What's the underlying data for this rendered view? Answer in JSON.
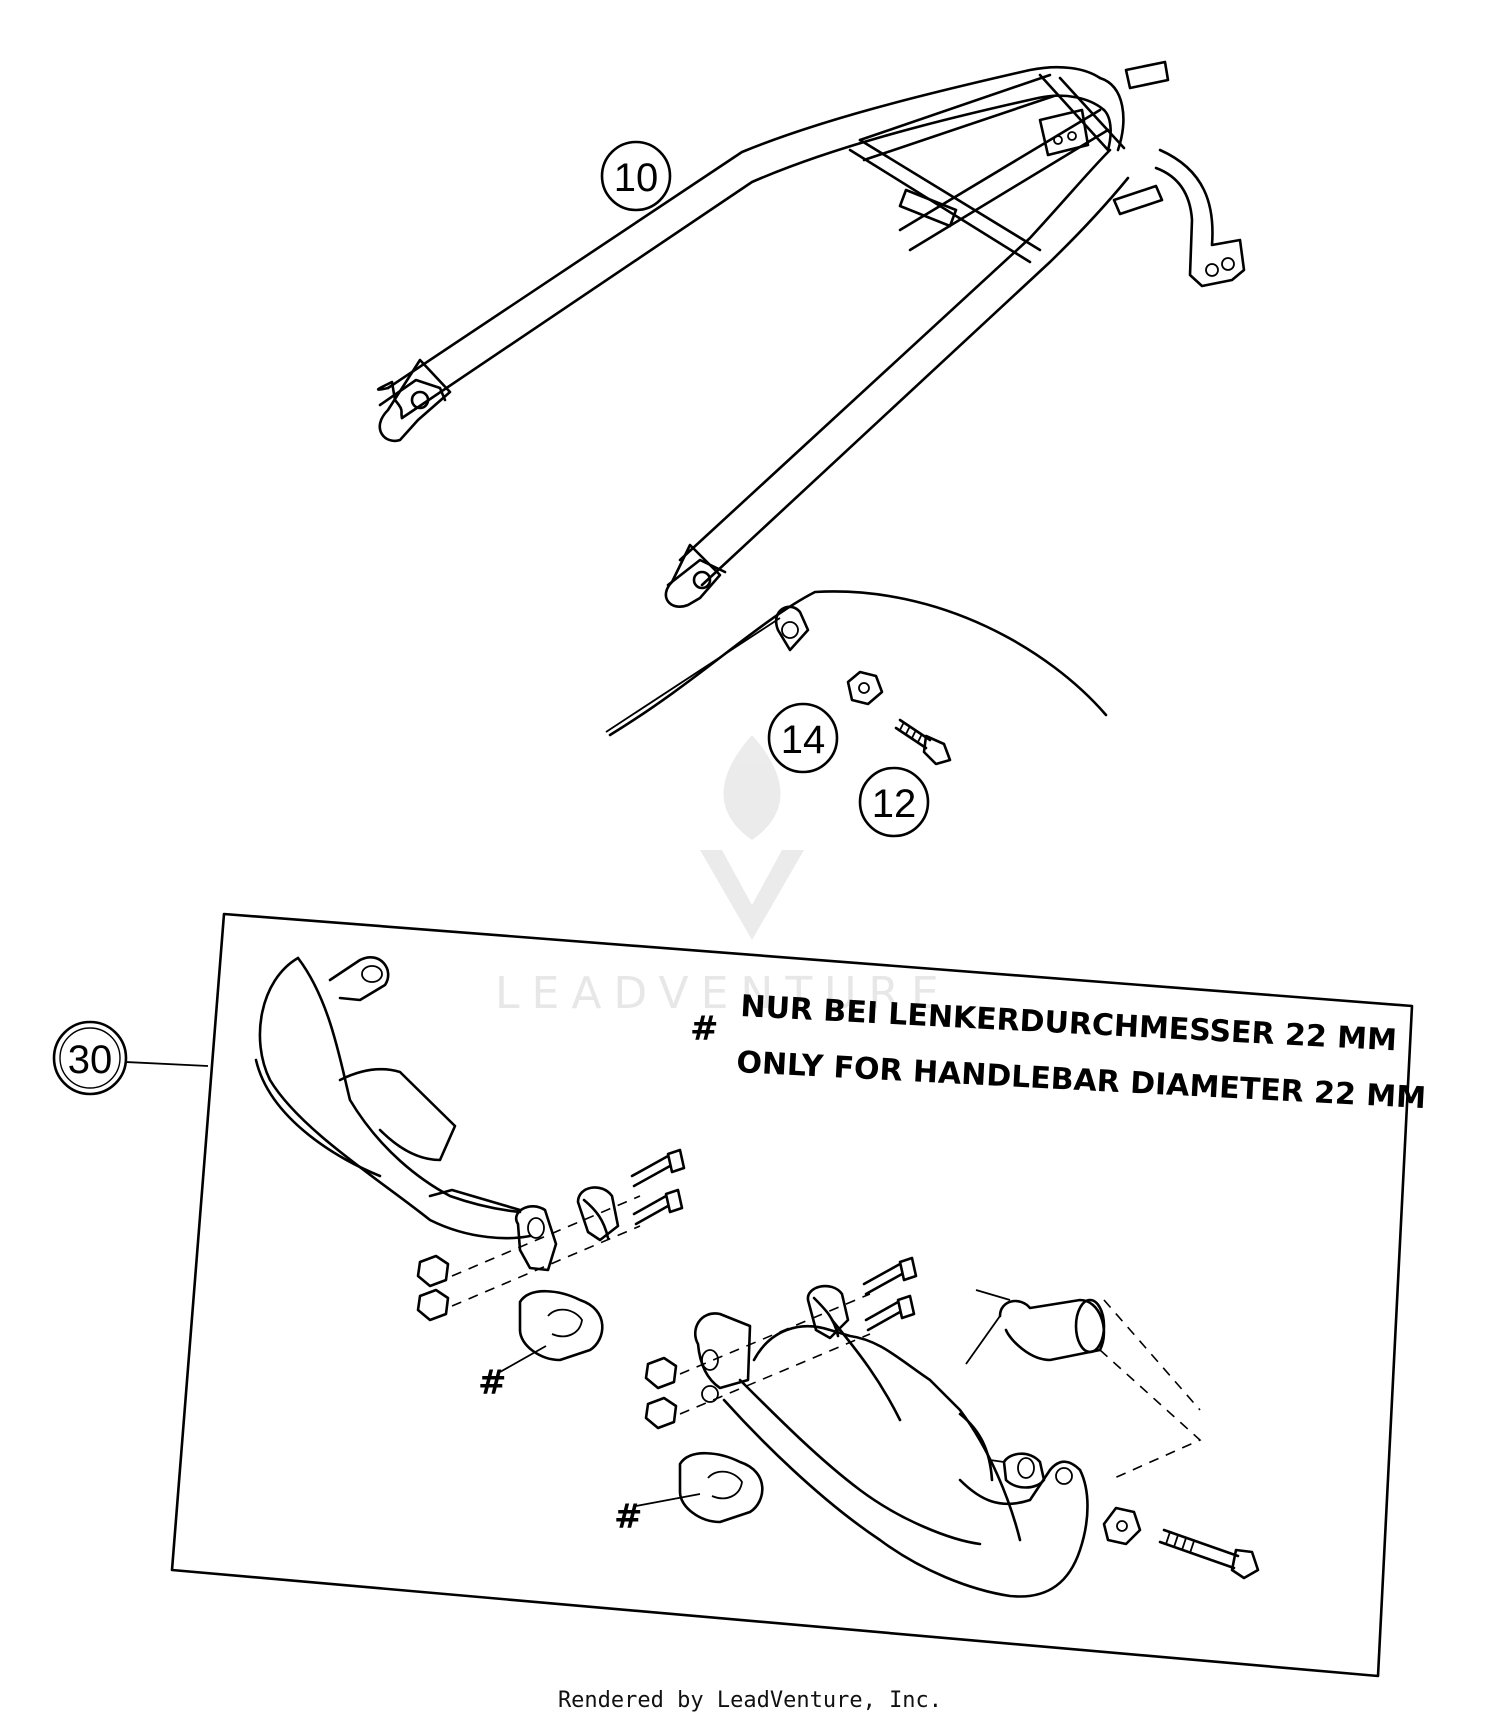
{
  "callouts": {
    "c10": "10",
    "c14": "14",
    "c12": "12",
    "c30": "30"
  },
  "note": {
    "symbol": "#",
    "line_de": "NUR BEI LENKERDURCHMESSER 22 MM",
    "line_en": "ONLY FOR HANDLEBAR DIAMETER 22 MM"
  },
  "hash_markers": [
    "#",
    "#"
  ],
  "watermark": {
    "text": "LEADVENTURE",
    "color": "#d4d4d4"
  },
  "footer": {
    "text": "Rendered by LeadVenture, Inc."
  }
}
